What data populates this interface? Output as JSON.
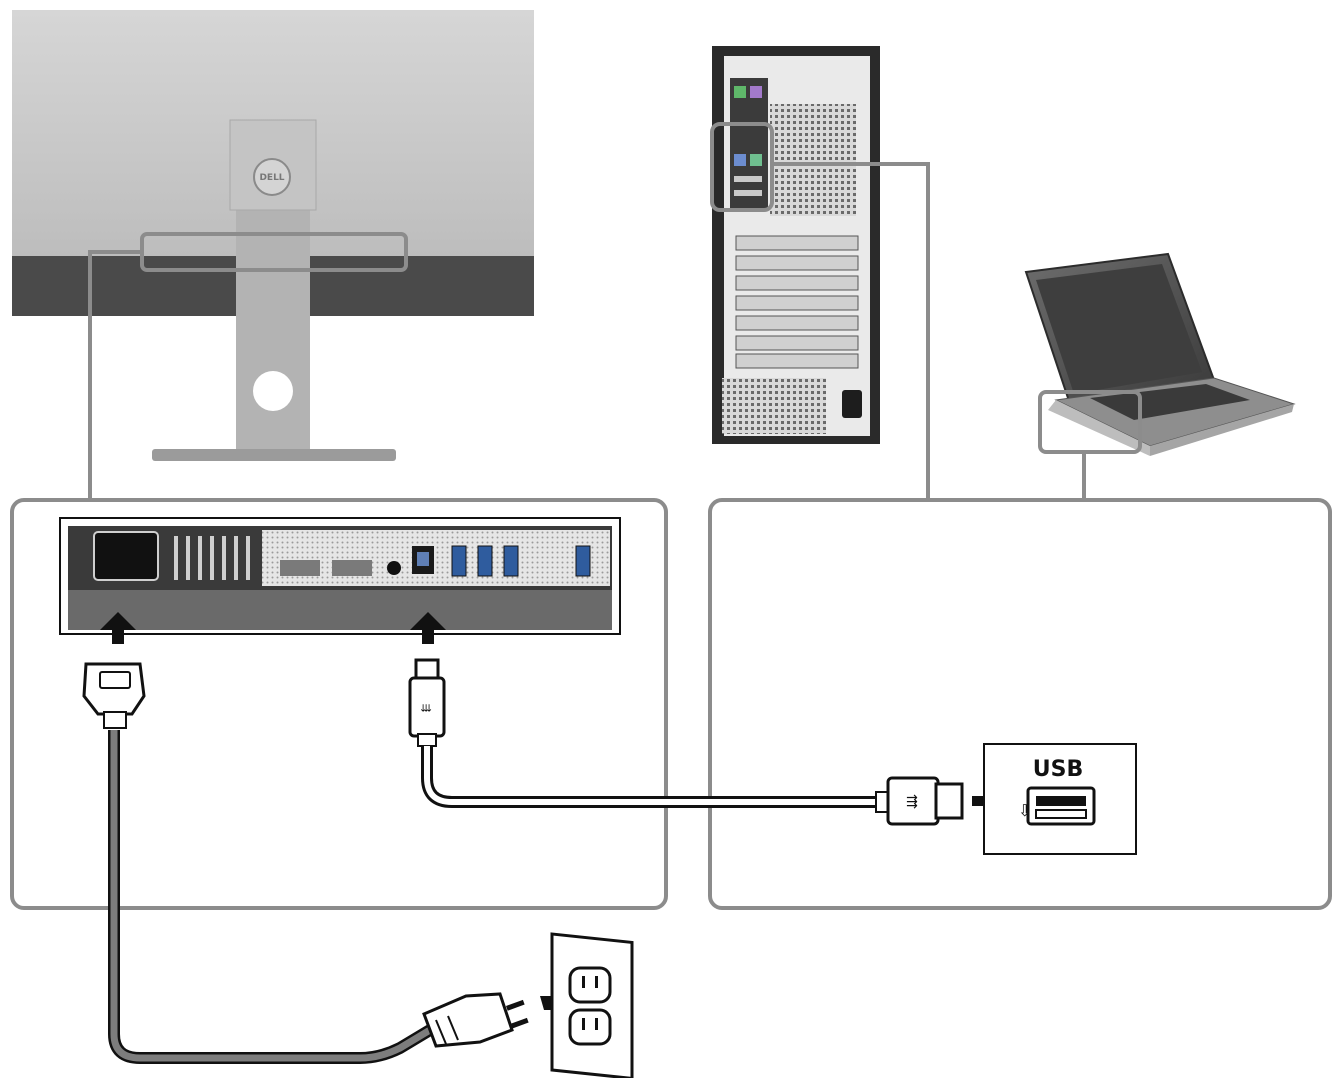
{
  "diagram": {
    "usb_port_label": "USB",
    "monitor_logo": "DELL",
    "colors": {
      "frame": "#8c8c8c",
      "cable": "#7d7d7d",
      "line": "#111111",
      "monitor_back": "#c9c9c9",
      "bezel": "#4a4a4a",
      "tower": "#2a2a2a"
    },
    "icons": [
      "monitor-rear",
      "desktop-tower",
      "laptop",
      "power-cord-plug",
      "usb-b-plug",
      "usb-a-plug",
      "usb-port",
      "wall-outlet",
      "arrow-up",
      "arrow-right"
    ]
  }
}
